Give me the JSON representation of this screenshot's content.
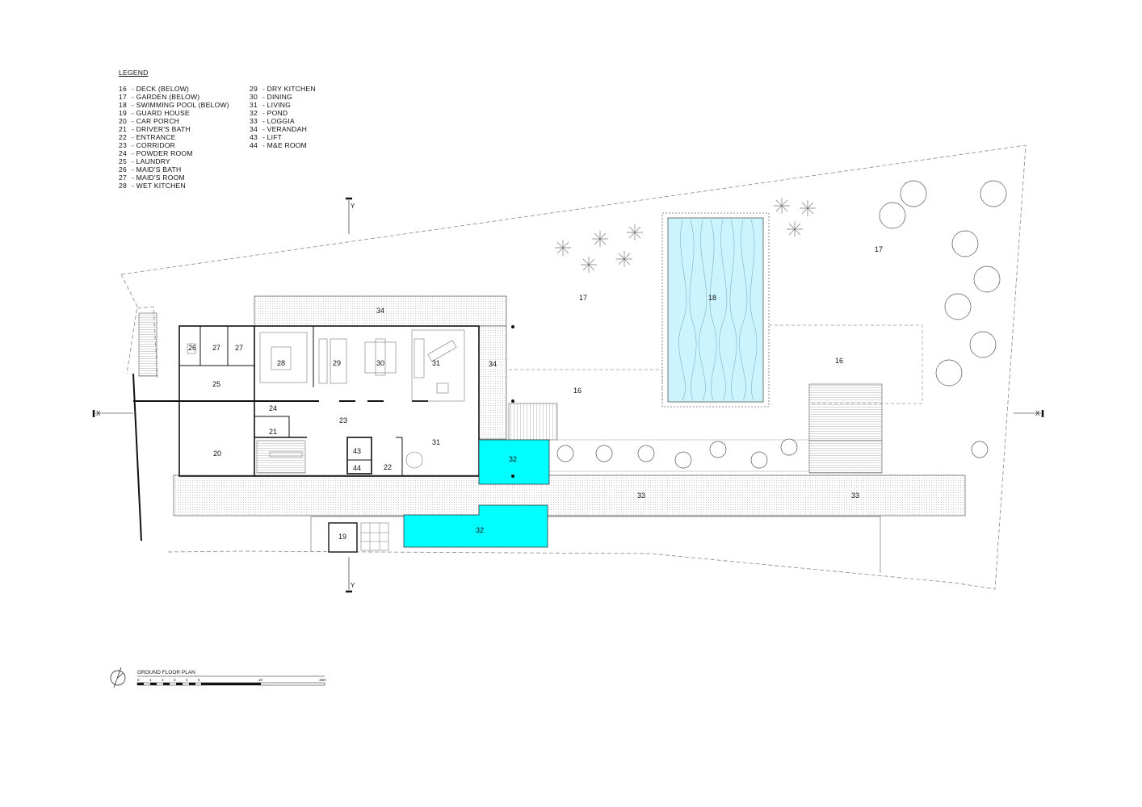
{
  "legend": {
    "title": "LEGEND",
    "items": [
      {
        "num": "16",
        "label": "- DECK (BELOW)"
      },
      {
        "num": "17",
        "label": "- GARDEN (BELOW)"
      },
      {
        "num": "18",
        "label": "- SWIMMING POOL (BELOW)"
      },
      {
        "num": "19",
        "label": "- GUARD HOUSE"
      },
      {
        "num": "20",
        "label": "- CAR PORCH"
      },
      {
        "num": "21",
        "label": "- DRIVER'S BATH"
      },
      {
        "num": "22",
        "label": "- ENTRANCE"
      },
      {
        "num": "23",
        "label": "- CORRIDOR"
      },
      {
        "num": "24",
        "label": "- POWDER ROOM"
      },
      {
        "num": "25",
        "label": "- LAUNDRY"
      },
      {
        "num": "26",
        "label": "- MAID'S BATH"
      },
      {
        "num": "27",
        "label": "- MAID'S ROOM"
      },
      {
        "num": "28",
        "label": "- WET KITCHEN"
      },
      {
        "num": "29",
        "label": "- DRY KITCHEN"
      },
      {
        "num": "30",
        "label": "- DINING"
      },
      {
        "num": "31",
        "label": "- LIVING"
      },
      {
        "num": "32",
        "label": "- POND"
      },
      {
        "num": "33",
        "label": "- LOGGIA"
      },
      {
        "num": "34",
        "label": "- VERANDAH"
      },
      {
        "num": "43",
        "label": "- LIFT"
      },
      {
        "num": "44",
        "label": "- M&E ROOM"
      }
    ]
  },
  "rooms": {
    "r16a": "16",
    "r16b": "16",
    "r17a": "17",
    "r17b": "17",
    "r18": "18",
    "r19": "19",
    "r20": "20",
    "r21": "21",
    "r22": "22",
    "r23": "23",
    "r24": "24",
    "r25": "25",
    "r26": "26",
    "r27a": "27",
    "r27b": "27",
    "r28": "28",
    "r29": "29",
    "r30": "30",
    "r31a": "31",
    "r31b": "31",
    "r32a": "32",
    "r32b": "32",
    "r33a": "33",
    "r33b": "33",
    "r34a": "34",
    "r34b": "34",
    "r43": "43",
    "r44": "44"
  },
  "section_marks": {
    "x": "X",
    "y": "Y"
  },
  "drawing_title": "GROUND FLOOR PLAN",
  "scale_bar": {
    "ticks": [
      "0",
      "1",
      "2",
      "3",
      "4",
      "5",
      "10",
      "15m"
    ]
  },
  "colors": {
    "water": "#00ffff",
    "pool": "#ccf4ff",
    "line": "#222222",
    "grey": "#999999"
  }
}
